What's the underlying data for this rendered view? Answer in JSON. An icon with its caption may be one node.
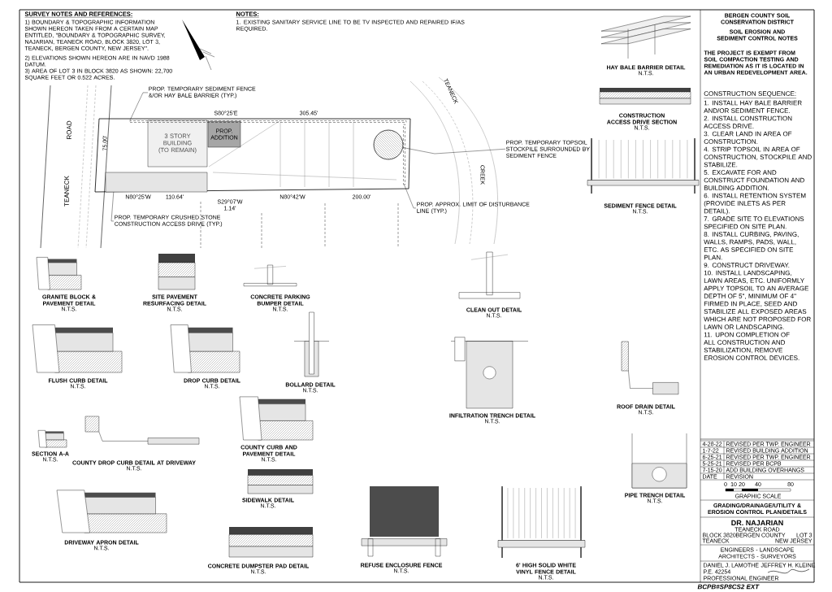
{
  "diagram": {
    "nodes": [
      {
        "text": [
          "PROP. TEMPORARY SEDIMENT FENCE &/OR HAY BALE BARRIER (TYP.)"
        ]
      },
      {
        "text": [
          "3 STORY BUILDING (TO REMAIN)"
        ]
      },
      {
        "text": [
          "PROP. ADDITION"
        ]
      },
      {
        "text": [],
        "shape": "circle"
      },
      {
        "text": [
          "PROP. TEMPORARY TOPSOIL STOCKPILE SURROUNDED BY SEDIMENT FENCE"
        ]
      },
      {
        "text": [
          "PROP. APPROX. LIMIT OF DISTURBANCE LINE (TYP.)"
        ]
      },
      {
        "text": [
          "PROP. TEMPORARY CRUSHED STONE CONSTRUCTION ACCESS DRIVE (TYP.)"
        ]
      },
      {
        "text": [],
        "shape": "box"
      },
      {
        "text": [],
        "shape": "bar"
      },
      {
        "text": [],
        "shape": "bar"
      }
    ],
    "edges": [
      {
        "from": 0,
        "to": 8,
        "arrow": "none"
      },
      {
        "from": 4,
        "to": 3,
        "arrow": "none"
      },
      {
        "from": 5,
        "to": 9,
        "arrow": "none"
      },
      {
        "from": 6,
        "to": 7,
        "arrow": "none"
      }
    ],
    "labels": [
      "SURVEY NOTES AND REFERENCES:",
      "1) BOUNDARY & TOPOGRAPHIC INFORMATION SHOWN HEREON TAKEN FROM A CERTAIN MAP ENTITLED, \"BOUNDARY & TOPOGRAPHIC SURVEY, NAJARIAN, TEANECK ROAD, BLOCK 3820, LOT 3, TEANECK, BERGEN COUNTY, NEW JERSEY\".",
      "2) ELEVATIONS SHOWN HEREON ARE IN NAVD 1988 DATUM.",
      "3) AREA OF LOT 3 IN BLOCK 3820 AS SHOWN: 22,700 SQUARE FEET OR 0.522 ACRES.",
      "NOTES:",
      "1. EXISTING SANITARY SERVICE LINE TO BE TV INSPECTED AND REPAIRED IF/AS REQUIRED.",
      "TEANECK",
      "ROAD",
      "S80°25'E",
      "305.45'",
      "N80°25'W",
      "110.64'",
      "S29°07'W",
      "1.14'",
      "N80°42'W",
      "200.00'",
      "75.00'",
      "TEANECK",
      "CREEK",
      "HAY BALE BARRIER DETAIL",
      "N.T.S.",
      "CONSTRUCTION ACCESS DRIVE SECTION",
      "N.T.S.",
      "SEDIMENT FENCE DETAIL",
      "N.T.S.",
      "GRANITE BLOCK & PAVEMENT DETAIL",
      "N.T.S.",
      "SITE PAVEMENT RESURFACING DETAIL",
      "N.T.S.",
      "CONCRETE PARKING BUMPER DETAIL",
      "N.T.S.",
      "CLEAN OUT DETAIL",
      "N.T.S.",
      "FLUSH CURB DETAIL",
      "N.T.S.",
      "DROP CURB DETAIL",
      "N.T.S.",
      "BOLLARD DETAIL",
      "N.T.S.",
      "INFILTRATION TRENCH DETAIL",
      "N.T.S.",
      "ROOF DRAIN DETAIL",
      "N.T.S.",
      "SECTION A-A",
      "N.T.S.",
      "COUNTY DROP CURB DETAIL AT DRIVEWAY",
      "N.T.S.",
      "COUNTY CURB AND PAVEMENT DETAIL",
      "N.T.S.",
      "SIDEWALK DETAIL",
      "N.T.S.",
      "PIPE TRENCH DETAIL",
      "N.T.S.",
      "DRIVEWAY APRON DETAIL",
      "N.T.S.",
      "CONCRETE DUMPSTER PAD DETAIL",
      "N.T.S.",
      "REFUSE ENCLOSURE FENCE",
      "N.T.S.",
      "6' HIGH SOLID WHITE VINYL FENCE DETAIL",
      "N.T.S.",
      "BERGEN COUNTY SOIL CONSERVATION DISTRICT",
      "SOIL EROSION AND SEDIMENT CONTROL NOTES",
      "THE PROJECT IS EXEMPT FROM SOIL COMPACTION TESTING AND REMEDIATION AS IT IS LOCATED IN AN URBAN REDEVELOPMENT AREA.",
      "CONSTRUCTION SEQUENCE:",
      "1. INSTALL HAY BALE BARRIER AND/OR SEDIMENT FENCE.",
      "2. INSTALL CONSTRUCTION ACCESS DRIVE.",
      "3. CLEAR LAND IN AREA OF CONSTRUCTION.",
      "4. STRIP TOPSOIL IN AREA OF CONSTRUCTION, STOCKPILE AND STABILIZE.",
      "5. EXCAVATE FOR AND CONSTRUCT FOUNDATION AND BUILDING ADDITION.",
      "6. INSTALL RETENTION SYSTEM (PROVIDE INLETS AS PER DETAIL).",
      "7. GRADE SITE TO ELEVATIONS SPECIFIED ON SITE PLAN.",
      "8. INSTALL CURBING, PAVING, WALLS, RAMPS, PADS, WALL, ETC. AS SPECIFIED ON SITE PLAN.",
      "9. CONSTRUCT DRIVEWAY.",
      "10. INSTALL LANDSCAPING, LAWN AREAS, ETC. UNIFORMLY APPLY TOPSOIL TO AN AVERAGE DEPTH OF 5\", MINIMUM OF 4\" FIRMED IN PLACE, SEED AND STABILIZE ALL EXPOSED AREAS WHICH ARE NOT PROPOSED FOR LAWN OR LANDSCAPING.",
      "11. UPON COMPLETION OF ALL CONSTRUCTION AND STABILIZATION, REMOVE EROSION CONTROL DEVICES.",
      "4-28-22",
      "REVISED PER TWP. ENGINEER",
      "1-7-22",
      "REVISED BUILDING ADDITION",
      "6-25-21",
      "REVISED PER TWP. ENGINEER",
      "5-25-21",
      "REVISED PER BCPB",
      "7-15-20",
      "ADD BUILDING OVERHANGS",
      "DATE",
      "REVISION",
      "0",
      "10",
      "20",
      "40",
      "80",
      "GRAPHIC SCALE",
      "GRADING/DRAINAGE/UTILITY & EROSION CONTROL PLAN/DETAILS",
      "DR. NAJARIAN",
      "TEANECK ROAD",
      "BLOCK 3820",
      "LOT 3",
      "TEANECK",
      "BERGEN COUNTY",
      "NEW JERSEY",
      "ENGINEERS - LANDSCAPE ARCHITECTS - SURVEYORS",
      "DANIEL J. LAMOTHE",
      "P.E. 42254",
      "PROFESSIONAL ENGINEER",
      "JEFFREY H. KLEINE",
      "BCPB#SP8CS2 EXT"
    ]
  }
}
